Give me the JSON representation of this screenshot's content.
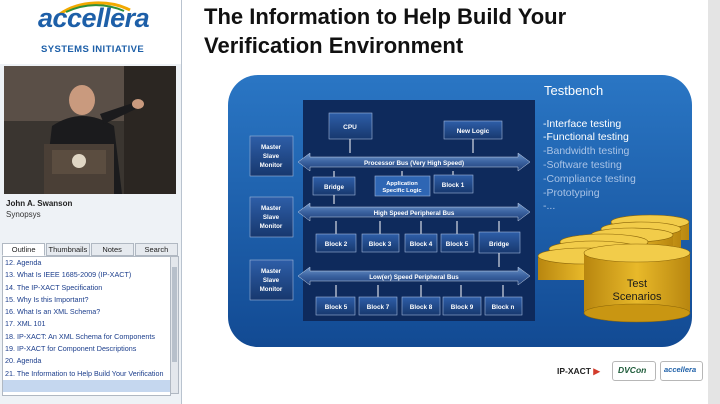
{
  "logo": {
    "brand": "accellera",
    "sub": "SYSTEMS INITIATIVE"
  },
  "speaker": {
    "name": "John A. Swanson",
    "company": "Synopsys"
  },
  "tabs": [
    "Outline",
    "Thumbnails",
    "Notes",
    "Search"
  ],
  "outline": [
    "12. Agenda",
    "13. What Is IEEE 1685-2009 (IP-XACT)",
    "14. The IP-XACT Specification",
    "15. Why Is this Important?",
    "16. What Is an XML Schema?",
    "17. XML 101",
    "18. IP-XACT: An XML Schema for Components",
    "19. IP-XACT for Component Descriptions",
    "20. Agenda",
    "21. The Information to Help Build Your Verification"
  ],
  "slide": {
    "title_line1": "The Information to Help Build Your",
    "title_line2": "Verification Environment",
    "testbench": "Testbench",
    "cpu": "CPU",
    "new_logic": "New Logic",
    "monitor": [
      "Master",
      "Slave",
      "Monitor"
    ],
    "processor_bus": "Processor Bus (Very High Speed)",
    "bridge": "Bridge",
    "app_logic_1": "Application",
    "app_logic_2": "Specific Logic",
    "block1": "Block 1",
    "hs_bus": "High Speed Peripheral Bus",
    "hs_blocks": [
      "Block 2",
      "Block 3",
      "Block 4",
      "Block 5",
      "Bridge"
    ],
    "ls_bus": "Low(er) Speed Peripheral Bus",
    "ls_blocks": [
      "Block 5",
      "Block 7",
      "Block 8",
      "Block 9",
      "Block n"
    ],
    "test_items": [
      "-Interface testing",
      "-Functional testing",
      "-Bandwidth testing",
      "-Software testing",
      "-Compliance testing",
      "-Prototyping",
      "-..."
    ],
    "scenarios_1": "Test",
    "scenarios_2": "Scenarios",
    "footer_ipxact": "IP-XACT",
    "footer_dvcon": "DVCon",
    "footer_accellera": "accellera"
  },
  "colors": {
    "brand_blue": "#1d5fa8",
    "panel_blue": "#1a5ca8",
    "drum_gold": "#d4a21a"
  }
}
